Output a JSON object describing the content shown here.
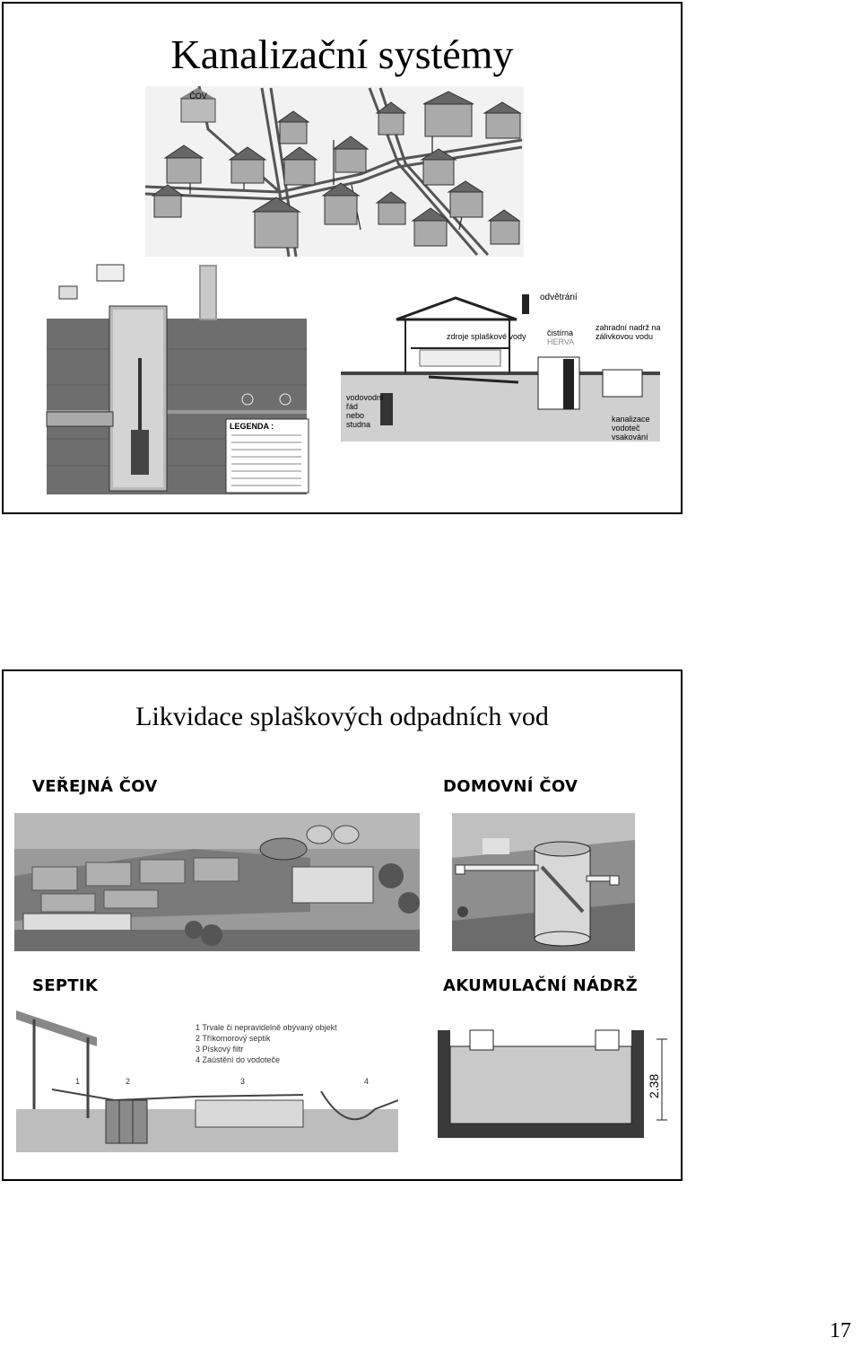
{
  "page_number": "17",
  "slide1": {
    "title": "Kanalizační systémy",
    "village_map": {
      "wwtp_label": "ČOV"
    },
    "pump_station": {
      "legend_title": "LEGENDA :"
    },
    "house_cutaway": {
      "vent_label": "odvětrání",
      "sources_label": "zdroje splaškové vody",
      "plant_label_1": "čistírna",
      "plant_label_2": "HERVA",
      "tank_label_1": "zahradní nadrž na",
      "tank_label_2": "zálivkovou vodu",
      "water_label_1": "vodovodní",
      "water_label_2": "řád",
      "water_label_3": "nebo",
      "water_label_4": "studna",
      "sewer_label_1": "kanalizace",
      "sewer_label_2": "vodoteč",
      "sewer_label_3": "vsakování"
    }
  },
  "slide2": {
    "title": "Likvidace splaškových odpadních vod",
    "public_wwtp_label": "VEŘEJNÁ ČOV",
    "domestic_wwtp_label": "DOMOVNÍ ČOV",
    "septic_label": "SEPTIK",
    "tank_label": "AKUMULAČNÍ NÁDRŽ",
    "septic_diagram": {
      "legend": [
        "1  Trvale či nepravidelně obývaný objekt",
        "2  Tříkomorový septik",
        "3  Pískový filtr",
        "4  Zaústění do vodoteče"
      ],
      "num1": "1",
      "num2": "2",
      "num3": "3",
      "num4": "4"
    },
    "tank_diagram": {
      "dimension": "2.38"
    }
  }
}
